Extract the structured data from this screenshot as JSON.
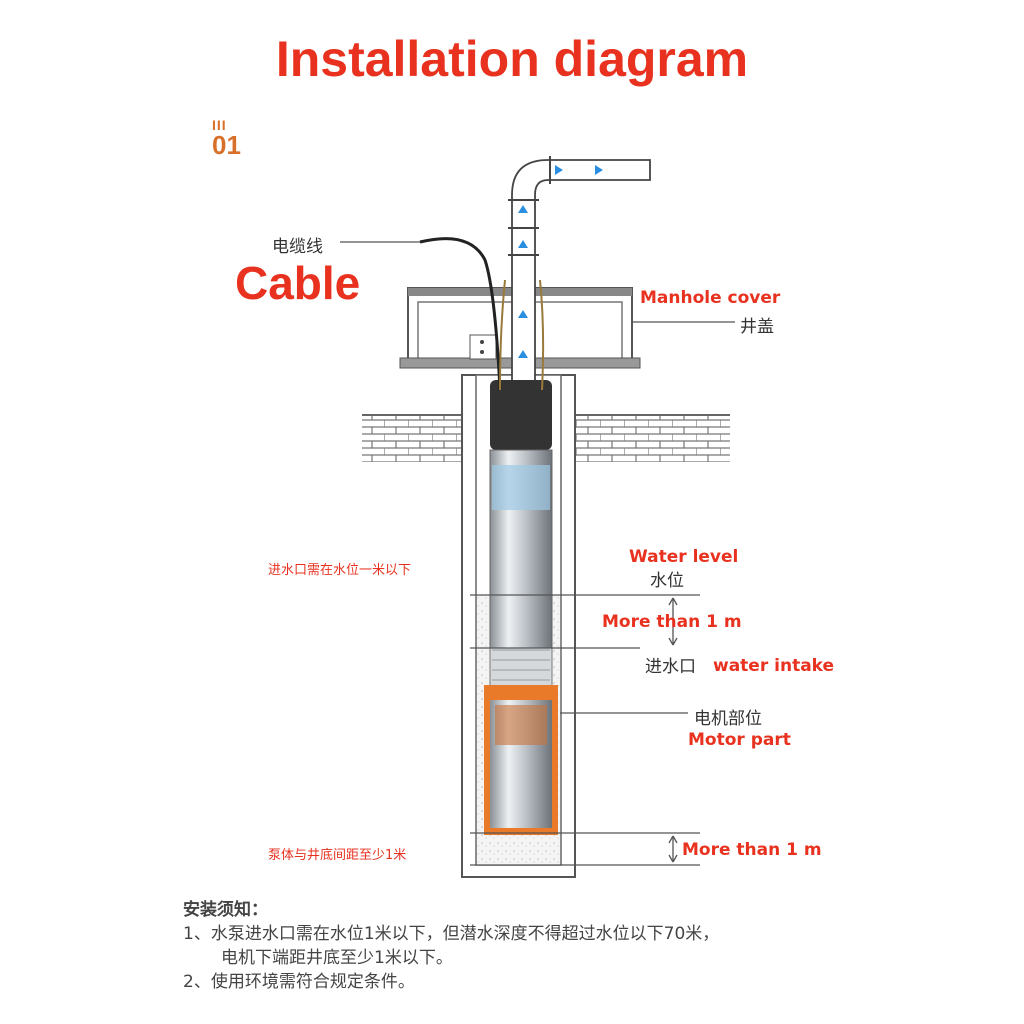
{
  "title": "Installation diagram",
  "badge": {
    "bars": "III",
    "number": "01"
  },
  "labels": {
    "cable_cn": "电缆线",
    "cable_en": "Cable",
    "manhole_en": "Manhole cover",
    "manhole_cn": "井盖",
    "intake_requirement_cn": "进水口需在水位一米以下",
    "water_level_en": "Water level",
    "water_level_cn": "水位",
    "more_than_top": "More than 1 m",
    "intake_cn": "进水口",
    "intake_en": "water intake",
    "motor_cn": "电机部位",
    "motor_en": "Motor part",
    "bottom_requirement_cn": "泵体与井底间距至少1米",
    "more_than_bottom": "More than 1 m"
  },
  "notes": {
    "heading": "安装须知：",
    "item1_line1": "1、水泵进水口需在水位1米以下，但潜水深度不得超过水位以下70米，",
    "item1_line2": "电机下端距井底至少1米以下。",
    "item2": "2、使用环境需符合规定条件。"
  },
  "colors": {
    "accent": "#e8321f",
    "badge": "#d8702a",
    "motor": "#e87a2a",
    "flow": "#2a8fe0"
  }
}
